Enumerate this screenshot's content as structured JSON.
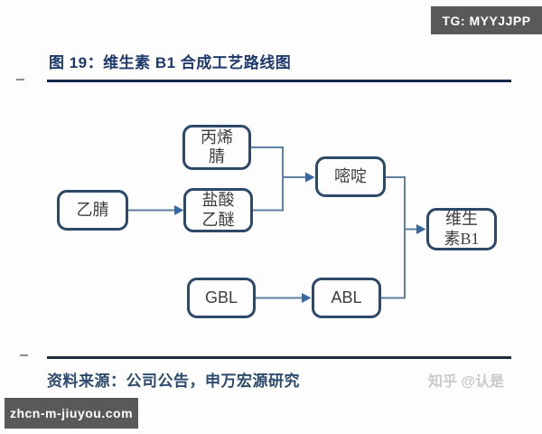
{
  "figure": {
    "title": "图 19：维生素 B1 合成工艺路线图",
    "source": "资料来源：公司公告，申万宏源研究"
  },
  "overlays": {
    "tg_badge": "TG: MYYJJPP",
    "site_badge": "zhcn-m-jiuyou.com",
    "watermark": "知乎 @认是"
  },
  "colors": {
    "title_text": "#1e3a6c",
    "title_rule": "#16294d",
    "source_text": "#2d4b6e",
    "node_border": "#2d4968",
    "node_text": "#3d3d3d",
    "connector_line": "#60809f",
    "arrowhead": "#3a69a2",
    "badge_background": "#595959",
    "badge_text": "#ffffff",
    "watermark_text": "#c9c9c9",
    "page_background": "#fdfdfd"
  },
  "diagram": {
    "type": "flowchart",
    "nodes": [
      {
        "id": "acetonitrile",
        "label": "乙腈"
      },
      {
        "id": "acrylonitrile",
        "label": "丙烯\n腈"
      },
      {
        "id": "acetamidine-hydrochloride",
        "label": "盐酸\n乙醚"
      },
      {
        "id": "pyrimidine",
        "label": "嘧啶"
      },
      {
        "id": "gbl",
        "label": "GBL"
      },
      {
        "id": "abl",
        "label": "ABL"
      },
      {
        "id": "vitamin-b1",
        "label": "维生\n素B1"
      }
    ],
    "edges": [
      {
        "from": "乙腈",
        "to": "盐酸乙醚"
      },
      {
        "from": "丙烯腈",
        "to": "嘧啶"
      },
      {
        "from": "盐酸乙醚",
        "to": "嘧啶"
      },
      {
        "from": "嘧啶",
        "to": "维生素B1"
      },
      {
        "from": "GBL",
        "to": "ABL"
      },
      {
        "from": "ABL",
        "to": "维生素B1"
      }
    ]
  }
}
